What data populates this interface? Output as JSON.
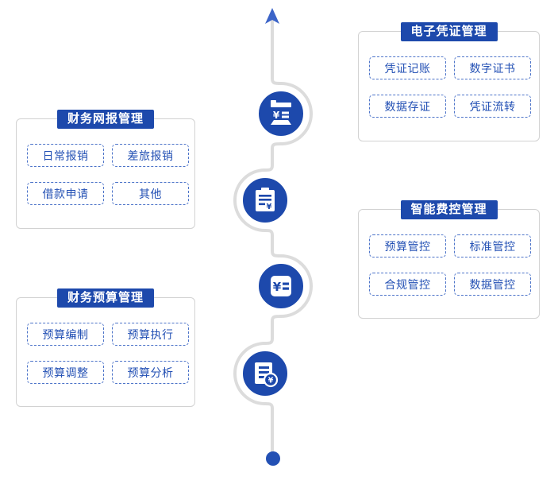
{
  "palette": {
    "primary_blue": "#1d49ac",
    "pill_text_blue": "#2350b4",
    "pill_border_blue": "#4d74c9",
    "arrow_blue": "#3c64c8",
    "spine_gray": "#dcdcdc",
    "card_border_gray": "#d2d2d2"
  },
  "glyphs": {
    "yen": "¥"
  },
  "icons": {
    "arrow": "up-arrow-icon",
    "node1": "stamp-voucher-icon",
    "node2": "clipboard-report-icon",
    "node3": "budget-card-icon",
    "node4": "expense-doc-icon",
    "end": "end-dot"
  },
  "groups": [
    {
      "title": "电子凭证管理",
      "items": [
        "凭证记账",
        "数字证书",
        "数据存证",
        "凭证流转"
      ]
    },
    {
      "title": "财务网报管理",
      "items": [
        "日常报销",
        "差旅报销",
        "借款申请",
        "其他"
      ]
    },
    {
      "title": "智能费控管理",
      "items": [
        "预算管控",
        "标准管控",
        "合规管控",
        "数据管控"
      ]
    },
    {
      "title": "财务预算管理",
      "items": [
        "预算编制",
        "预算执行",
        "预算调整",
        "预算分析"
      ]
    }
  ]
}
